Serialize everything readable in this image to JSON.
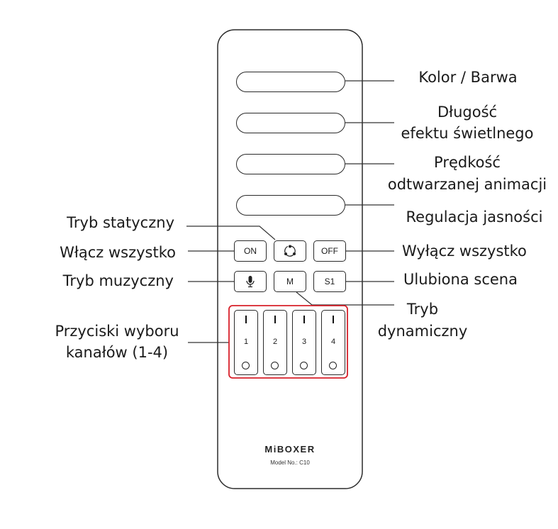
{
  "labels": {
    "color": "Kolor / Barwa",
    "effect_length_line1": "Długość",
    "effect_length_line2": "efektu świetlnego",
    "speed_line1": "Prędkość",
    "speed_line2": "odtwarzanej animacji",
    "brightness": "Regulacja jasności",
    "static_mode": "Tryb statyczny",
    "all_on": "Włącz wszystko",
    "all_off": "Wyłącz wszystko",
    "music_mode": "Tryb muzyczny",
    "favorite_scene": "Ulubiona scena",
    "dynamic_mode_line1": "Tryb",
    "dynamic_mode_line2": "dynamiczny",
    "channel_buttons_line1": "Przyciski wyboru",
    "channel_buttons_line2": "kanałów (1-4)"
  },
  "remote": {
    "on_label": "ON",
    "off_label": "OFF",
    "mode_label": "M",
    "scene_label": "S1",
    "channels": [
      "1",
      "2",
      "3",
      "4"
    ],
    "brand": "MiBOXER",
    "model": "Model No.: C10"
  },
  "colors": {
    "highlight": "#d8202a",
    "outline": "#2a2a2a"
  }
}
